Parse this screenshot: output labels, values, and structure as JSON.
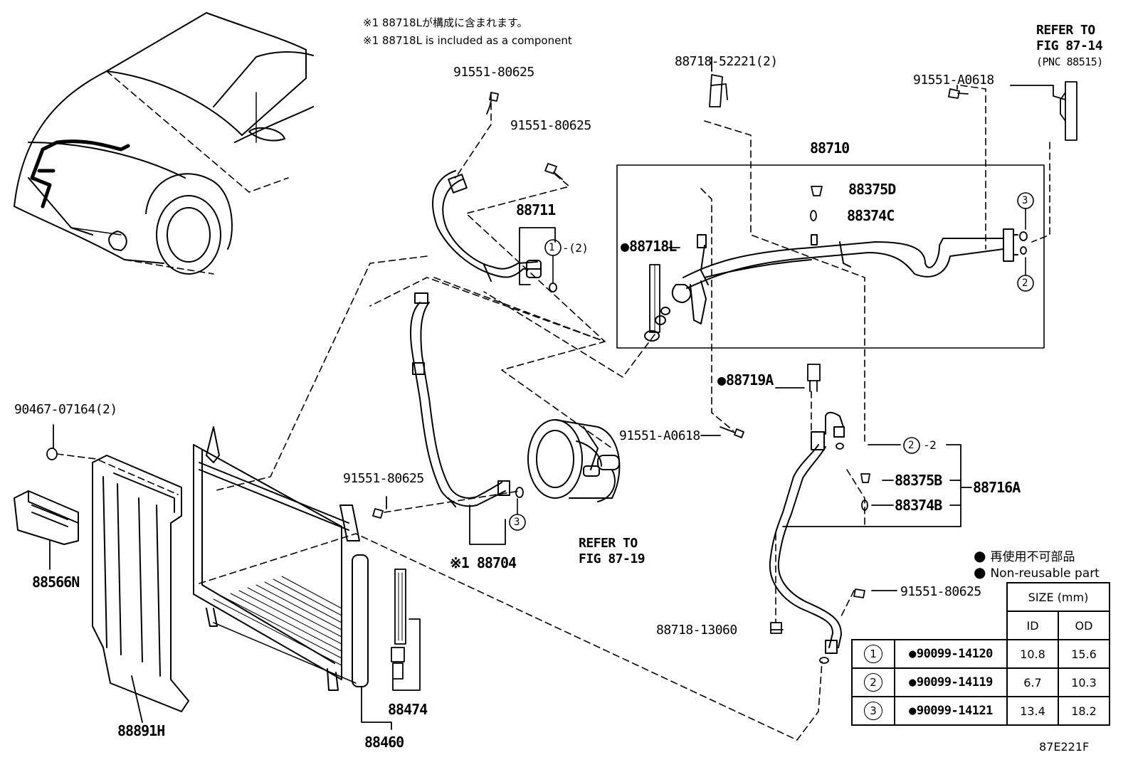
{
  "notes": {
    "line1": "※1 88718Lが構成に含まれます。",
    "line2": "※1 88718L is included as a component"
  },
  "refer_fig_87_14": {
    "line1": "REFER TO",
    "line2": "FIG 87-14",
    "line3": "(PNC 88515)"
  },
  "refer_fig_87_19": {
    "line1": "REFER TO",
    "line2": "FIG 87-19"
  },
  "parts": {
    "p88718_52221": "88718-52221(2)",
    "p91551_A0618_top": "91551-A0618",
    "p91551_80625_a": "91551-80625",
    "p91551_80625_b": "91551-80625",
    "p88711": "88711",
    "p88711_sub": "-(2)",
    "p88710": "88710",
    "p88375D": "88375D",
    "p88374C": "88374C",
    "p88718L": "88718L",
    "p88719A": "88719A",
    "p91551_A0618_mid": "91551-A0618",
    "p90467": "90467-07164(2)",
    "p91551_80625_c": "91551-80625",
    "p88716A": "88716A",
    "p88716A_sub": "-2",
    "p88375B": "88375B",
    "p88374B": "88374B",
    "p88704": "※1 88704",
    "p88566N": "88566N",
    "p91551_80625_d": "91551-80625",
    "p88718_13060": "88718-13060",
    "p88891H": "88891H",
    "p88474": "88474",
    "p88460": "88460"
  },
  "circle_refs": {
    "one": "1",
    "two": "2",
    "three": "3"
  },
  "legend": {
    "jp": "再使用不可部品",
    "en": "Non-reusable part"
  },
  "size_table": {
    "header": "SIZE (mm)",
    "col_id": "ID",
    "col_od": "OD",
    "rows": [
      {
        "ref": "1",
        "part": "90099-14120",
        "id": "10.8",
        "od": "15.6"
      },
      {
        "ref": "2",
        "part": "90099-14119",
        "id": "6.7",
        "od": "10.3"
      },
      {
        "ref": "3",
        "part": "90099-14121",
        "id": "13.4",
        "od": "18.2"
      }
    ]
  },
  "figure_code": "87E221F"
}
